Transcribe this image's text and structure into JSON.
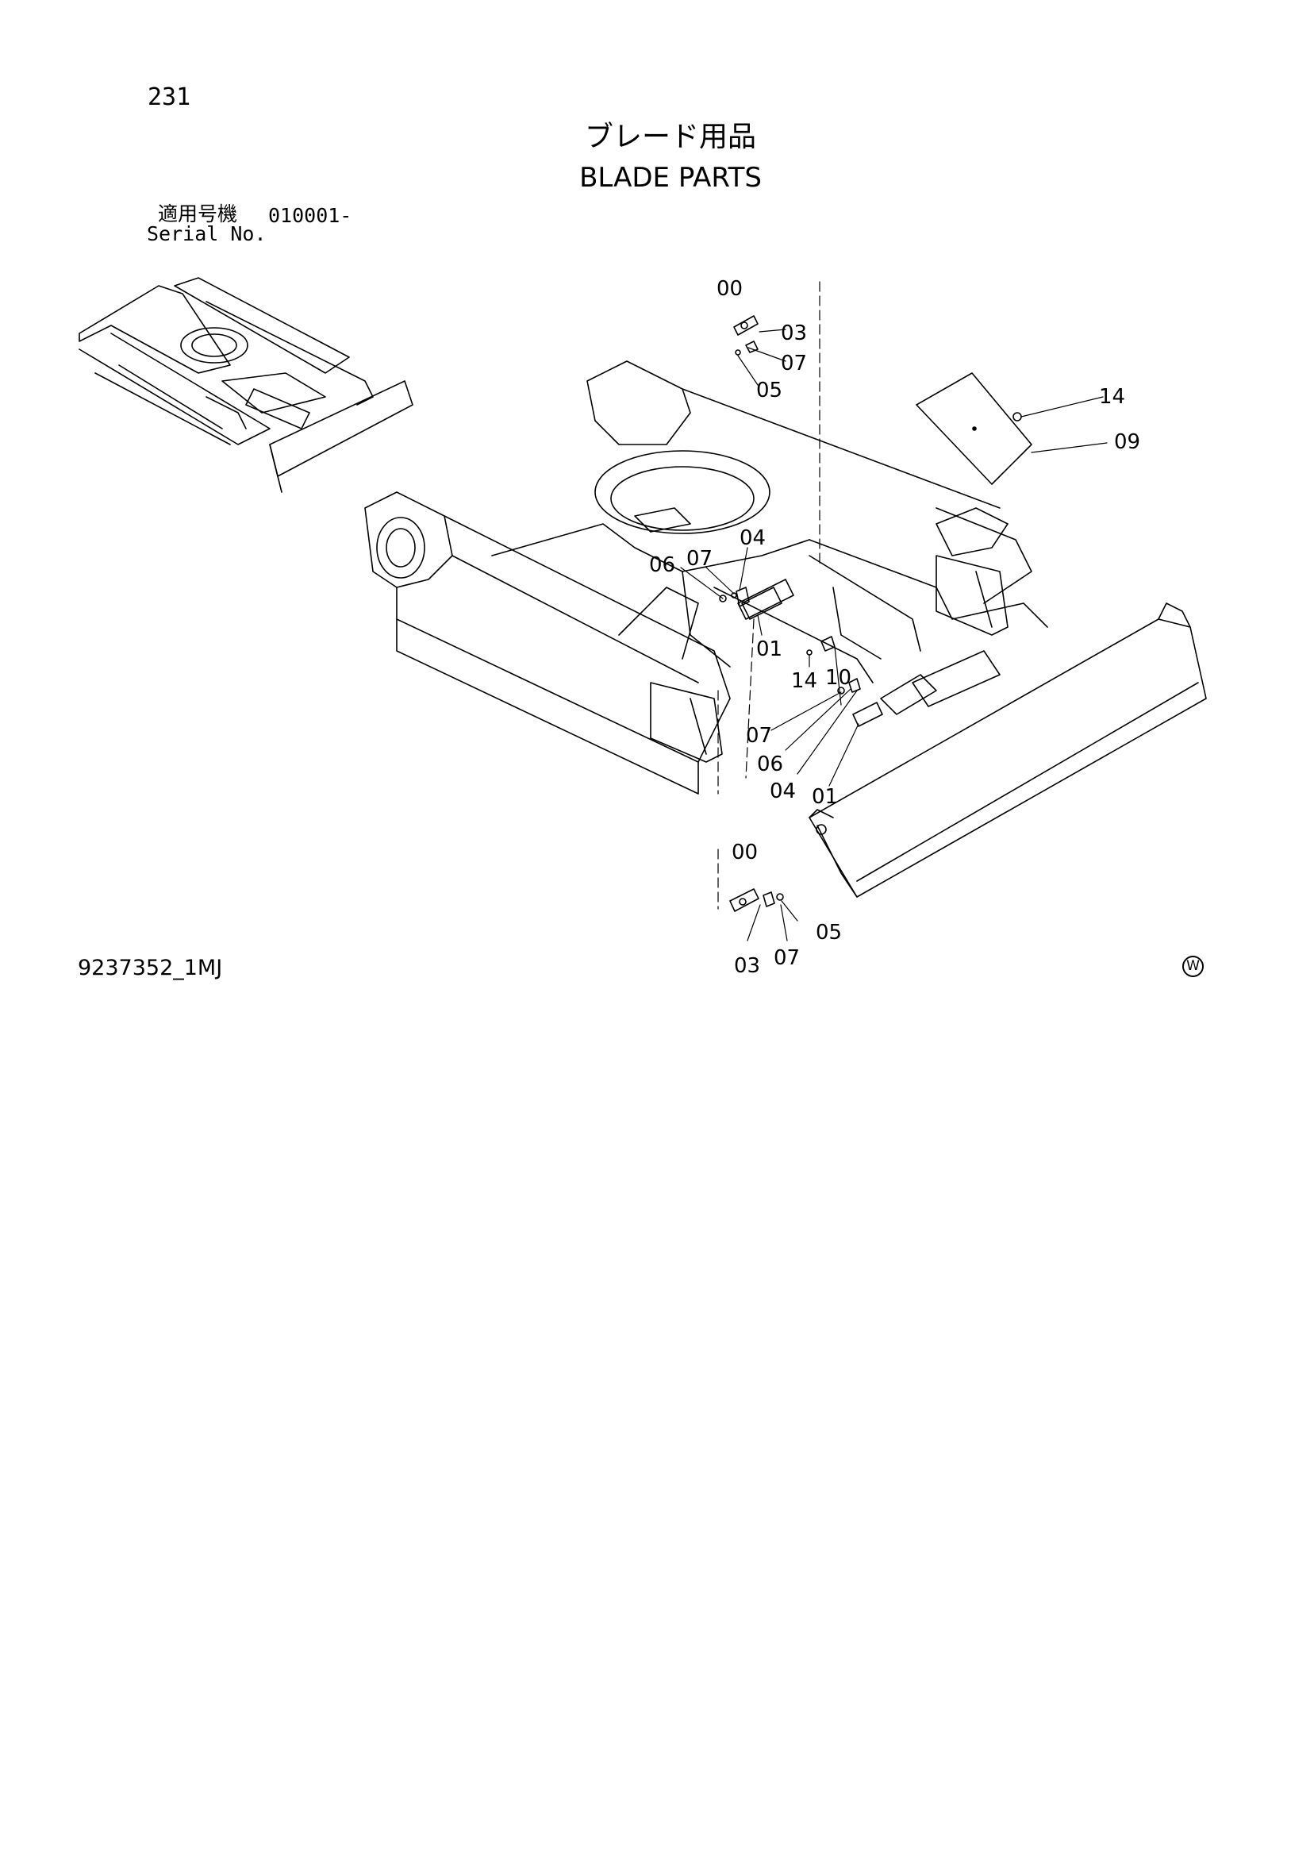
{
  "header": {
    "page_number": "231",
    "title_jp": "ブレード用品",
    "title_en": "BLADE PARTS",
    "serial_label_jp": "適用号機",
    "serial_value": "010001-",
    "serial_label_en": "Serial No."
  },
  "footer": {
    "drawing_number": "9237352_1MJ",
    "mark": "W"
  },
  "callouts": {
    "c1": "00",
    "c2": "03",
    "c3": "07",
    "c4": "05",
    "c5": "14",
    "c6": "09",
    "c7": "06",
    "c8": "07",
    "c9": "04",
    "c10": "01",
    "c11": "14",
    "c12": "10",
    "c13": "07",
    "c14": "06",
    "c15": "04",
    "c16": "01",
    "c17": "00",
    "c18": "05",
    "c19": "03",
    "c20": "07"
  }
}
